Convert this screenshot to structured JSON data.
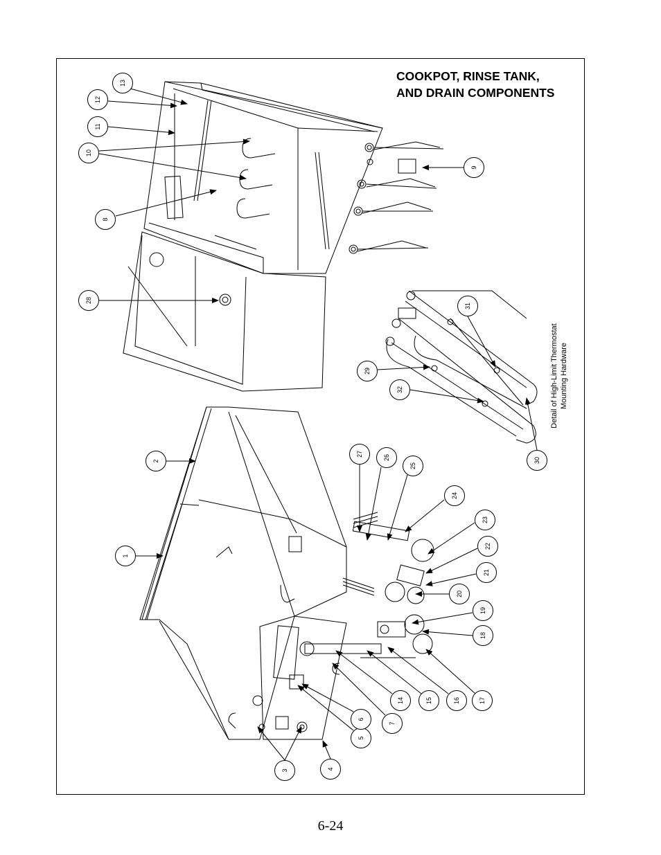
{
  "title": {
    "line1": "COOKPOT, RINSE TANK,",
    "line2": "AND DRAIN COMPONENTS"
  },
  "detail_caption": {
    "line1": "Detail of High-Limit Thermostat",
    "line2": "Mounting Hardware"
  },
  "page_number": "6-24",
  "callouts": [
    "1",
    "2",
    "3",
    "4",
    "5",
    "6",
    "7",
    "8",
    "9",
    "10",
    "11",
    "12",
    "13",
    "14",
    "15",
    "16",
    "17",
    "18",
    "19",
    "20",
    "21",
    "22",
    "23",
    "24",
    "25",
    "26",
    "27",
    "28",
    "29",
    "30",
    "31",
    "32"
  ]
}
